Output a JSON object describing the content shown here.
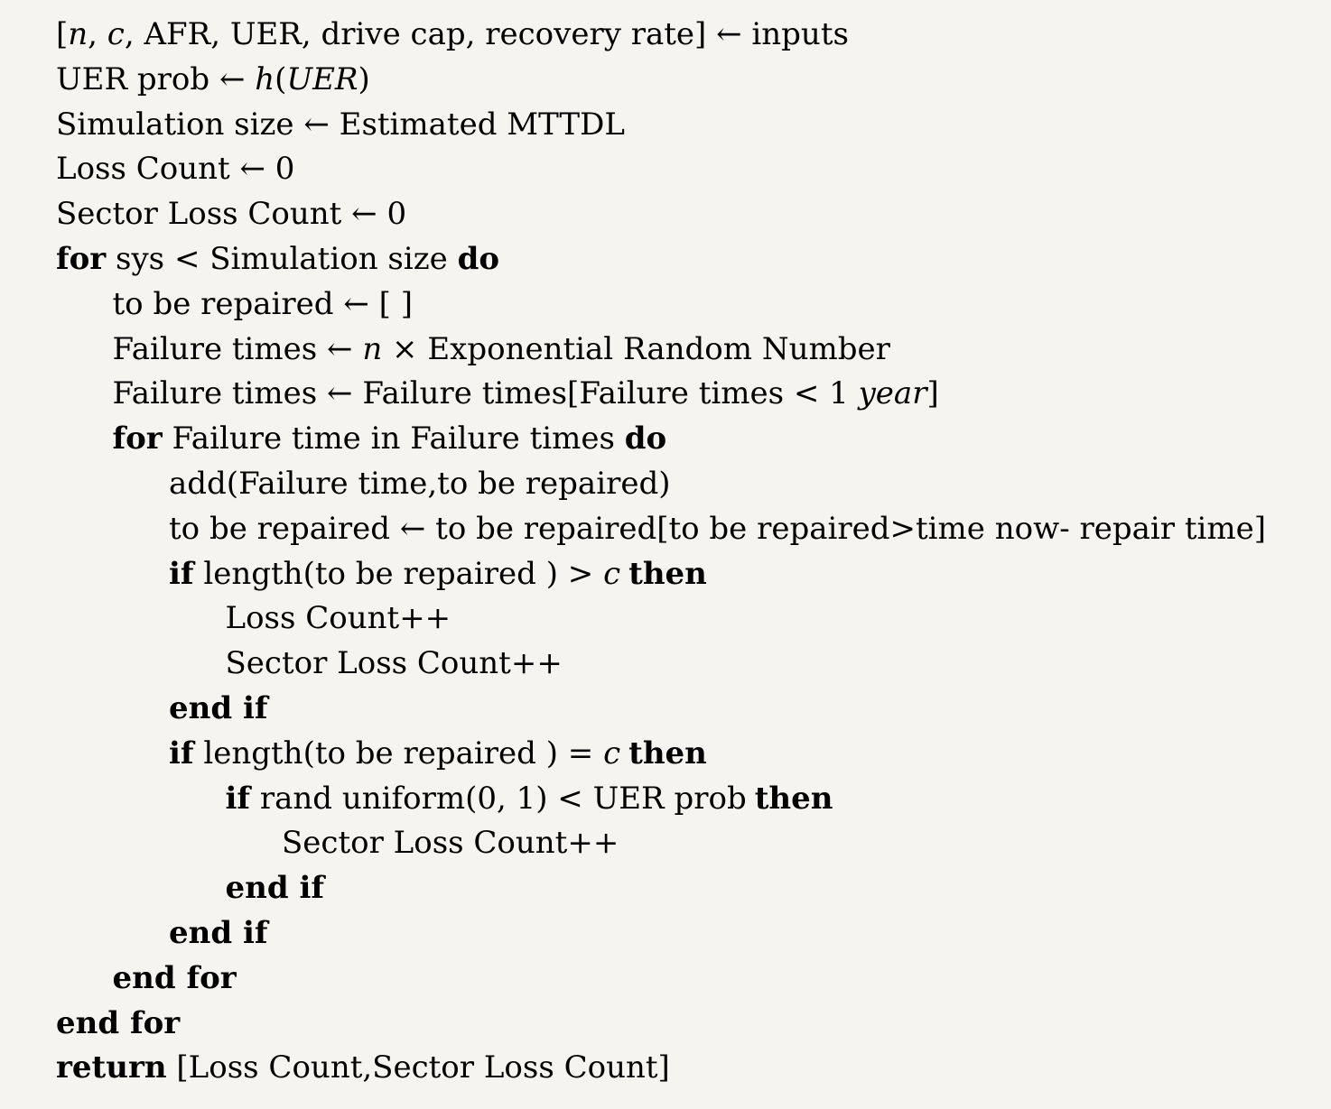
{
  "algorithm": {
    "lines": [
      {
        "indent": 0,
        "parts": [
          {
            "t": "[",
            "s": "rm"
          },
          {
            "t": "n",
            "s": "it"
          },
          {
            "t": ", ",
            "s": "rm"
          },
          {
            "t": "c",
            "s": "it"
          },
          {
            "t": ", AFR, UER, drive cap, recovery rate] ← inputs",
            "s": "rm"
          }
        ]
      },
      {
        "indent": 0,
        "parts": [
          {
            "t": "UER prob ← ",
            "s": "rm"
          },
          {
            "t": "h",
            "s": "it"
          },
          {
            "t": "(",
            "s": "rm"
          },
          {
            "t": "UER",
            "s": "it"
          },
          {
            "t": ")",
            "s": "rm"
          }
        ]
      },
      {
        "indent": 0,
        "parts": [
          {
            "t": "Simulation size ← Estimated MTTDL",
            "s": "rm"
          }
        ]
      },
      {
        "indent": 0,
        "parts": [
          {
            "t": "Loss Count ← 0",
            "s": "rm"
          }
        ]
      },
      {
        "indent": 0,
        "parts": [
          {
            "t": "Sector Loss Count ← 0",
            "s": "rm"
          }
        ]
      },
      {
        "indent": 0,
        "parts": [
          {
            "t": "for",
            "s": "kw"
          },
          {
            "t": " sys < Simulation size ",
            "s": "rm"
          },
          {
            "t": "do",
            "s": "kw"
          }
        ]
      },
      {
        "indent": 1,
        "parts": [
          {
            "t": "to be repaired ← [ ]",
            "s": "rm"
          }
        ]
      },
      {
        "indent": 1,
        "parts": [
          {
            "t": "Failure times ← ",
            "s": "rm"
          },
          {
            "t": "n",
            "s": "it"
          },
          {
            "t": " × Exponential Random Number",
            "s": "rm"
          }
        ]
      },
      {
        "indent": 1,
        "parts": [
          {
            "t": "Failure times ← Failure times[Failure times < 1 ",
            "s": "rm"
          },
          {
            "t": "year",
            "s": "it"
          },
          {
            "t": "]",
            "s": "rm"
          }
        ]
      },
      {
        "indent": 1,
        "parts": [
          {
            "t": "for",
            "s": "kw"
          },
          {
            "t": " Failure time in Failure times ",
            "s": "rm"
          },
          {
            "t": "do",
            "s": "kw"
          }
        ]
      },
      {
        "indent": 2,
        "parts": [
          {
            "t": "add(Failure time,to be repaired)",
            "s": "rm"
          }
        ]
      },
      {
        "indent": 2,
        "parts": [
          {
            "t": "to be repaired ← to be repaired[to be repaired>time now- repair time]",
            "s": "rm"
          }
        ]
      },
      {
        "indent": 2,
        "parts": [
          {
            "t": "if",
            "s": "kw"
          },
          {
            "t": " length(to be repaired ) > ",
            "s": "rm"
          },
          {
            "t": "c",
            "s": "it"
          },
          {
            "t": "gap",
            "s": "gap"
          },
          {
            "t": "then",
            "s": "kw"
          }
        ]
      },
      {
        "indent": 3,
        "parts": [
          {
            "t": "Loss Count++",
            "s": "rm"
          }
        ]
      },
      {
        "indent": 3,
        "parts": [
          {
            "t": "Sector Loss Count++",
            "s": "rm"
          }
        ]
      },
      {
        "indent": 2,
        "parts": [
          {
            "t": "end if",
            "s": "kw"
          }
        ]
      },
      {
        "indent": 2,
        "parts": [
          {
            "t": "if",
            "s": "kw"
          },
          {
            "t": " length(to be repaired ) = ",
            "s": "rm"
          },
          {
            "t": "c",
            "s": "it"
          },
          {
            "t": "gap",
            "s": "gap"
          },
          {
            "t": "then",
            "s": "kw"
          }
        ]
      },
      {
        "indent": 3,
        "parts": [
          {
            "t": "if",
            "s": "kw"
          },
          {
            "t": " rand uniform(0, 1) < UER prob",
            "s": "rm"
          },
          {
            "t": "gap",
            "s": "gap"
          },
          {
            "t": "then",
            "s": "kw"
          }
        ]
      },
      {
        "indent": 4,
        "parts": [
          {
            "t": "Sector Loss Count++",
            "s": "rm"
          }
        ]
      },
      {
        "indent": 3,
        "parts": [
          {
            "t": "end if",
            "s": "kw"
          }
        ]
      },
      {
        "indent": 2,
        "parts": [
          {
            "t": "end if",
            "s": "kw"
          }
        ]
      },
      {
        "indent": 1,
        "parts": [
          {
            "t": "end for",
            "s": "kw"
          }
        ]
      },
      {
        "indent": 0,
        "parts": [
          {
            "t": "end for",
            "s": "kw"
          }
        ]
      },
      {
        "indent": 0,
        "parts": [
          {
            "t": "return",
            "s": "kw"
          },
          {
            "t": " [Loss Count,Sector Loss Count]",
            "s": "rm"
          }
        ]
      }
    ]
  }
}
